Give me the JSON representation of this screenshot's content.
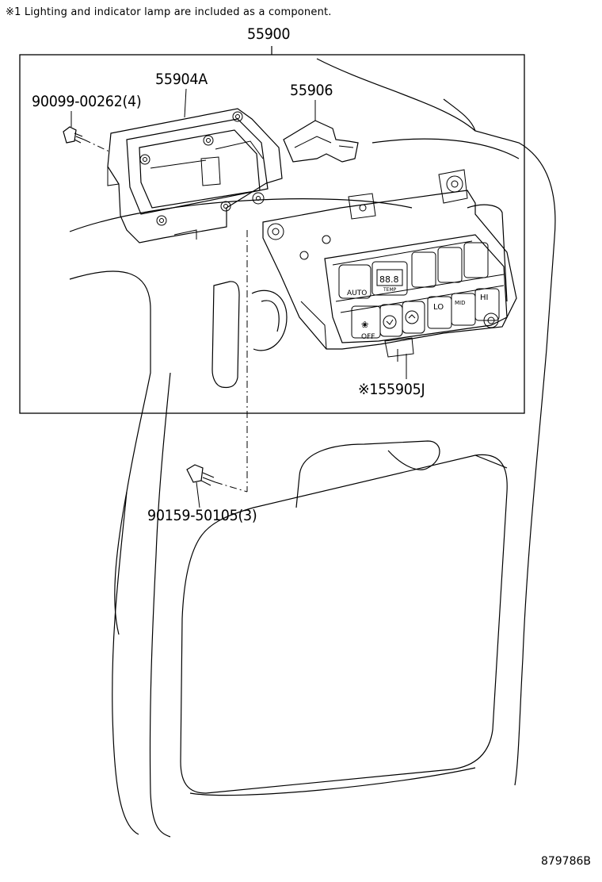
{
  "note": "※1 Lighting and indicator lamp are included as a component.",
  "diagram_id": "879786B",
  "callouts": {
    "assembly": "55900",
    "bracket": "55904A",
    "screw_top": "90099-00262(4)",
    "cable": "55906",
    "control_panel": "※155905J",
    "screw_bottom": "90159-50105(3)"
  },
  "panel_labels": {
    "auto": "AUTO",
    "display": "88.8",
    "temp": "TEMP",
    "fan": "❀",
    "off": "OFF",
    "lo": "LO",
    "hi": "HI",
    "mid": "MID"
  }
}
